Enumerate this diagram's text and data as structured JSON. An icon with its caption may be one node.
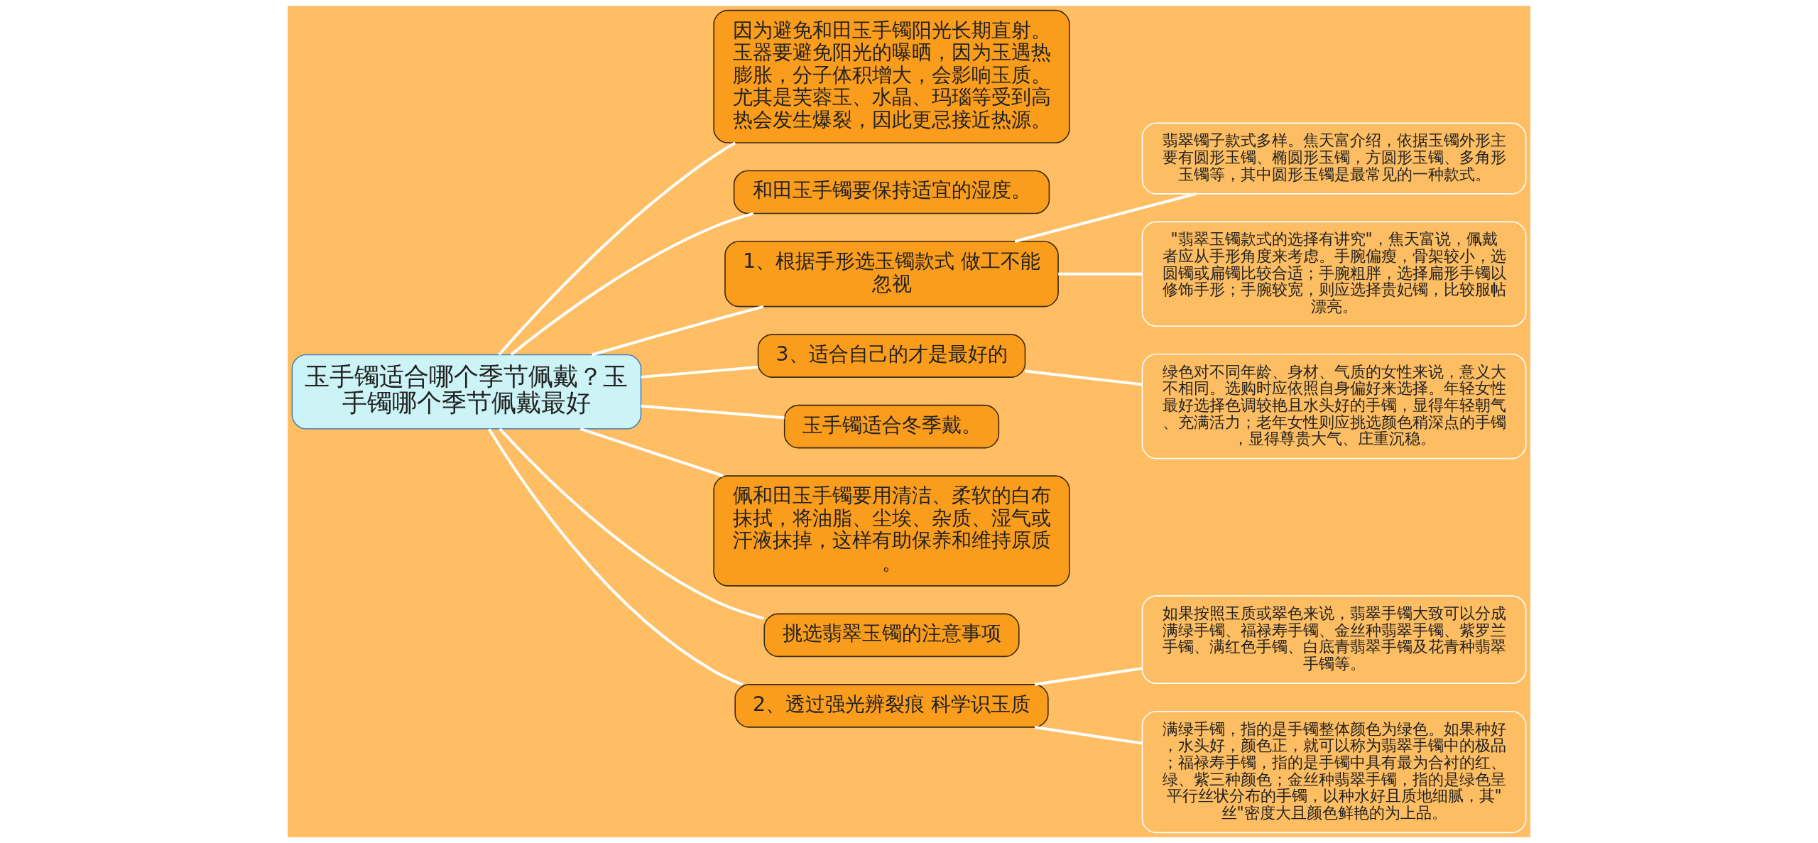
{
  "diagram": {
    "nodes": [
      {
        "text": [
          "玉手镯适合哪个季节佩戴？玉手镯哪个季节佩戴最好"
        ]
      },
      {
        "text": [
          "因为避免和田玉手镯阳光长期直射。玉器要避免阳光的曝晒，因为玉遇热膨胀，分子体积增大，会影响玉质。尤其是芙蓉玉、水晶、玛瑙等受到高热会发生爆裂，因此更忌接近热源。"
        ]
      },
      {
        "text": [
          "和田玉手镯要保持适宜的湿度。"
        ]
      },
      {
        "text": [
          "1、根据手形选玉镯款式 做工不能忽视"
        ]
      },
      {
        "text": [
          "翡翠镯子款式多样。焦天富介绍，依据玉镯外形主要有圆形玉镯、椭圆形玉镯，方圆形玉镯、多角形玉镯等，其中圆形玉镯是最常见的一种款式。"
        ]
      },
      {
        "text": [
          "\"翡翠玉镯款式的选择有讲究\"，焦天富说，佩戴者应从手形角度来考虑。手腕偏瘦，骨架较小，选圆镯或扁镯比较合适；手腕粗胖，选择扁形手镯以修饰手形；手腕较宽，则应选择贵妃镯，比较服帖漂亮。"
        ]
      },
      {
        "text": [
          "3、适合自己的才是最好的"
        ]
      },
      {
        "text": [
          "绿色对不同年龄、身材、气质的女性来说，意义大不相同。选购时应依照自身偏好来选择。年轻女性最好选择色调较艳且水头好的手镯，显得年轻朝气、充满活力；老年女性则应挑选颜色稍深点的手镯，显得尊贵大气、庄重沉稳。"
        ]
      },
      {
        "text": [
          "玉手镯适合冬季戴。"
        ]
      },
      {
        "text": [
          "佩和田玉手镯要用清洁、柔软的白布抹拭，将油脂、尘埃、杂质、湿气或汗液抹掉，这样有助保养和维持原质。"
        ]
      },
      {
        "text": [
          "挑选翡翠玉镯的注意事项"
        ]
      },
      {
        "text": [
          "2、透过强光辨裂痕 科学识玉质"
        ]
      },
      {
        "text": [
          "如果按照玉质或翠色来说，翡翠手镯大致可以分成满绿手镯、福禄寿手镯、金丝种翡翠手镯、紫罗兰手镯、满红色手镯、白底青翡翠手镯及花青种翡翠手镯等。"
        ]
      },
      {
        "text": [
          "满绿手镯，指的是手镯整体颜色为绿色。如果种好，水头好，颜色正，就可以称为翡翠手镯中的极品；福禄寿手镯，指的是手镯中具有最为合衬的红、绿、紫三种颜色；金丝种翡翠手镯，指的是绿色呈平行丝状分布的手镯，以种水好且质地细腻，其\"丝\"密度大且颜色鲜艳的为上品。"
        ]
      }
    ],
    "edges": [
      {
        "from": 0,
        "to": 1,
        "arrow": "none"
      },
      {
        "from": 0,
        "to": 2,
        "arrow": "none"
      },
      {
        "from": 0,
        "to": 3,
        "arrow": "none"
      },
      {
        "from": 3,
        "to": 4,
        "arrow": "none"
      },
      {
        "from": 3,
        "to": 5,
        "arrow": "none"
      },
      {
        "from": 0,
        "to": 6,
        "arrow": "none"
      },
      {
        "from": 6,
        "to": 7,
        "arrow": "none"
      },
      {
        "from": 0,
        "to": 8,
        "arrow": "none"
      },
      {
        "from": 0,
        "to": 9,
        "arrow": "none"
      },
      {
        "from": 0,
        "to": 10,
        "arrow": "none"
      },
      {
        "from": 0,
        "to": 11,
        "arrow": "none"
      },
      {
        "from": 11,
        "to": 12,
        "arrow": "none"
      },
      {
        "from": 11,
        "to": 13,
        "arrow": "none"
      }
    ]
  }
}
